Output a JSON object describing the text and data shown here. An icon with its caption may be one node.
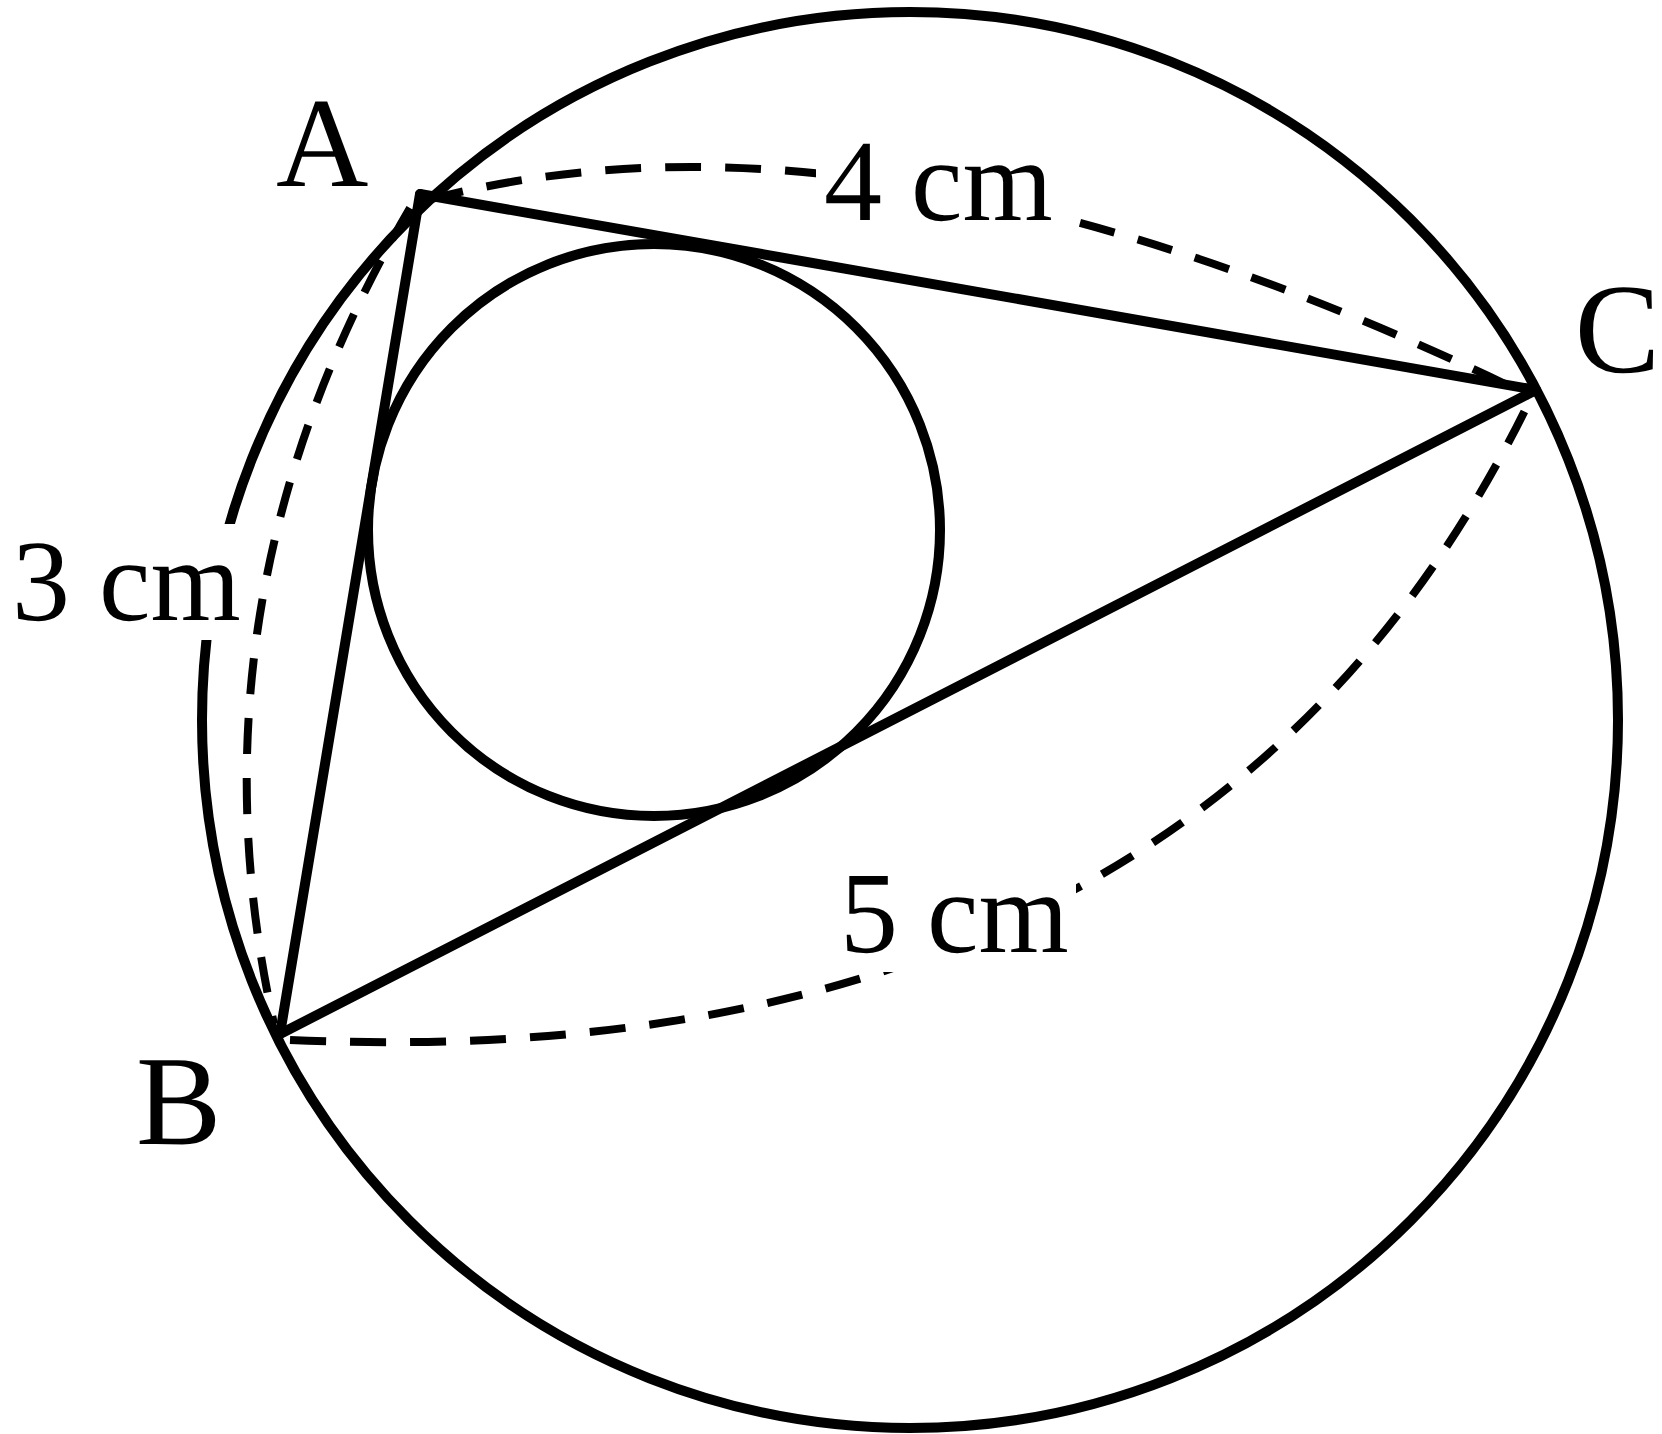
{
  "diagram": {
    "nodes": [
      {
        "text": [
          "A"
        ]
      },
      {
        "text": [
          "B"
        ]
      },
      {
        "text": [
          "C"
        ]
      }
    ],
    "edges": [
      {
        "from": 0,
        "to": 1,
        "arrow": "none"
      },
      {
        "from": 1,
        "to": 2,
        "arrow": "none"
      },
      {
        "from": 2,
        "to": 0,
        "arrow": "none"
      }
    ],
    "labels": [
      "4 cm",
      "3 cm",
      "5 cm"
    ]
  }
}
